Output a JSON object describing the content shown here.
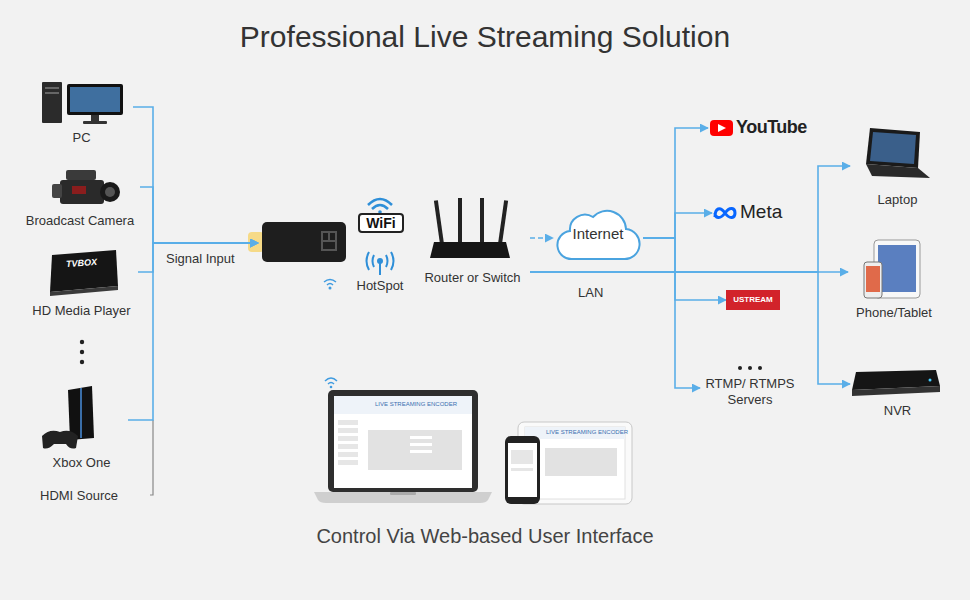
{
  "diagram": {
    "title": "Professional Live Streaming Solution",
    "caption": "Control Via Web-based User Interface",
    "nodes": [
      {
        "text": [
          "PC"
        ]
      },
      {
        "text": [
          "Broadcast Camera"
        ]
      },
      {
        "text": [
          "HD Media Player"
        ]
      },
      {
        "text": [
          "Xbox One"
        ]
      },
      {
        "text": [
          "WiFi",
          "HotSpot"
        ]
      },
      {
        "text": [
          "Router or Switch"
        ]
      },
      {
        "text": [
          "Internet"
        ]
      },
      {
        "text": [
          "YouTube"
        ]
      },
      {
        "text": [
          "Meta"
        ]
      },
      {
        "text": [
          "USTREAM"
        ]
      },
      {
        "text": [
          "RTMP/ RTMPS Servers"
        ]
      },
      {
        "text": [
          "Laptop"
        ]
      },
      {
        "text": [
          "Phone/Tablet"
        ]
      },
      {
        "text": [
          "NVR"
        ]
      }
    ],
    "edges": [
      {
        "from": 0,
        "to": 4,
        "arrow": "to"
      },
      {
        "from": 1,
        "to": 4,
        "arrow": "to"
      },
      {
        "from": 2,
        "to": 4,
        "arrow": "to"
      },
      {
        "from": 3,
        "to": 4,
        "arrow": "to"
      },
      {
        "from": 5,
        "to": 6,
        "arrow": "to"
      },
      {
        "from": 6,
        "to": 7,
        "arrow": "to"
      },
      {
        "from": 6,
        "to": 8,
        "arrow": "to"
      },
      {
        "from": 6,
        "to": 9,
        "arrow": "to"
      },
      {
        "from": 6,
        "to": 10,
        "arrow": "to"
      },
      {
        "from": 5,
        "to": 11,
        "arrow": "to"
      },
      {
        "from": 5,
        "to": 12,
        "arrow": "to"
      },
      {
        "from": 5,
        "to": 13,
        "arrow": "to"
      }
    ],
    "labels": [
      "Signal Input",
      "HDMI Source",
      "LAN",
      "TVBOX",
      "LIVE STREAMING ENCODER",
      "LIVE STREAMING ENCODER"
    ]
  }
}
